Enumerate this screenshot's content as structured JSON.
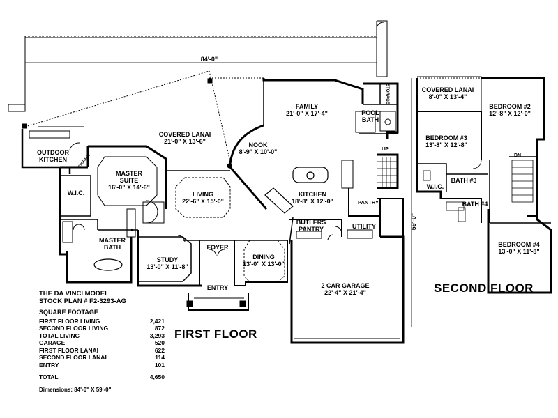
{
  "plan": {
    "model_name": "THE DA VINCI MODEL",
    "stock_plan": "STOCK PLAN # F2-3293-AG",
    "first_floor_title": "FIRST FLOOR",
    "second_floor_title": "SECOND FLOOR",
    "overall_width": "84'-0\"",
    "overall_depth": "59'-0\""
  },
  "rooms": {
    "covered_lanai": {
      "name": "COVERED LANAI",
      "size": "21'-0\" X 13'-6\""
    },
    "family": {
      "name": "FAMILY",
      "size": "21'-0\" X 17'-4\""
    },
    "nook": {
      "name": "NOOK",
      "size": "8'-9\" X 10'-0\""
    },
    "outdoor_kitchen": {
      "line1": "OUTDOOR",
      "line2": "KITCHEN"
    },
    "storage_lanai": "STORAGE",
    "storage_pool": "STORAGE",
    "pool_bath": {
      "line1": "POOL",
      "line2": "BATH"
    },
    "up": "UP",
    "master_suite": {
      "line1": "MASTER",
      "line2": "SUITE",
      "size": "16'-0\" X 14'-6\""
    },
    "wic": "W.I.C.",
    "living": {
      "name": "LIVING",
      "size": "22'-6\" X 15'-0\""
    },
    "kitchen": {
      "name": "KITCHEN",
      "size": "18'-8\" X 12'-0\""
    },
    "pantry": "PANTRY",
    "butlers_pantry": {
      "line1": "BUTLERS",
      "line2": "PANTRY"
    },
    "utility": "UTILITY",
    "master_bath": {
      "line1": "MASTER",
      "line2": "BATH"
    },
    "study": {
      "name": "STUDY",
      "size": "13'-0\" X 11'-8\""
    },
    "foyer": "FOYER",
    "dining": {
      "name": "DINING",
      "size": "13'-0\" X 13'-0\""
    },
    "entry": "ENTRY",
    "garage": {
      "name": "2 CAR GARAGE",
      "size": "22'-4\" X 21'-4\""
    }
  },
  "second_floor_rooms": {
    "covered_lanai": {
      "name": "COVERED LANAI",
      "size": "8'-0\" X 13'-4\""
    },
    "bedroom2": {
      "name": "BEDROOM #2",
      "size": "12'-8\" X 12'-0\""
    },
    "bedroom3": {
      "name": "BEDROOM #3",
      "size": "13'-8\" X 12'-8\""
    },
    "dn": "DN",
    "wic": "W.I.C.",
    "bath3": "BATH #3",
    "bath4": "BATH #4",
    "bedroom4": {
      "name": "BEDROOM #4",
      "size": "13'-0\" X 11'-8\""
    }
  },
  "square_footage": {
    "title": "SQUARE FOOTAGE",
    "rows": [
      {
        "label": "FIRST FLOOR LIVING",
        "value": "2,421"
      },
      {
        "label": "SECOND FLOOR LIVING",
        "value": "872"
      },
      {
        "label": "TOTAL LIVING",
        "value": "3,293"
      },
      {
        "label": "GARAGE",
        "value": "520"
      },
      {
        "label": "FIRST FLOOR LANAI",
        "value": "622"
      },
      {
        "label": "SECOND FLOOR LANAI",
        "value": "114"
      },
      {
        "label": "ENTRY",
        "value": "101"
      }
    ],
    "total": {
      "label": "TOTAL",
      "value": "4,650"
    },
    "dimensions": "Dimensions: 84'-0\" X 59'-0\""
  }
}
